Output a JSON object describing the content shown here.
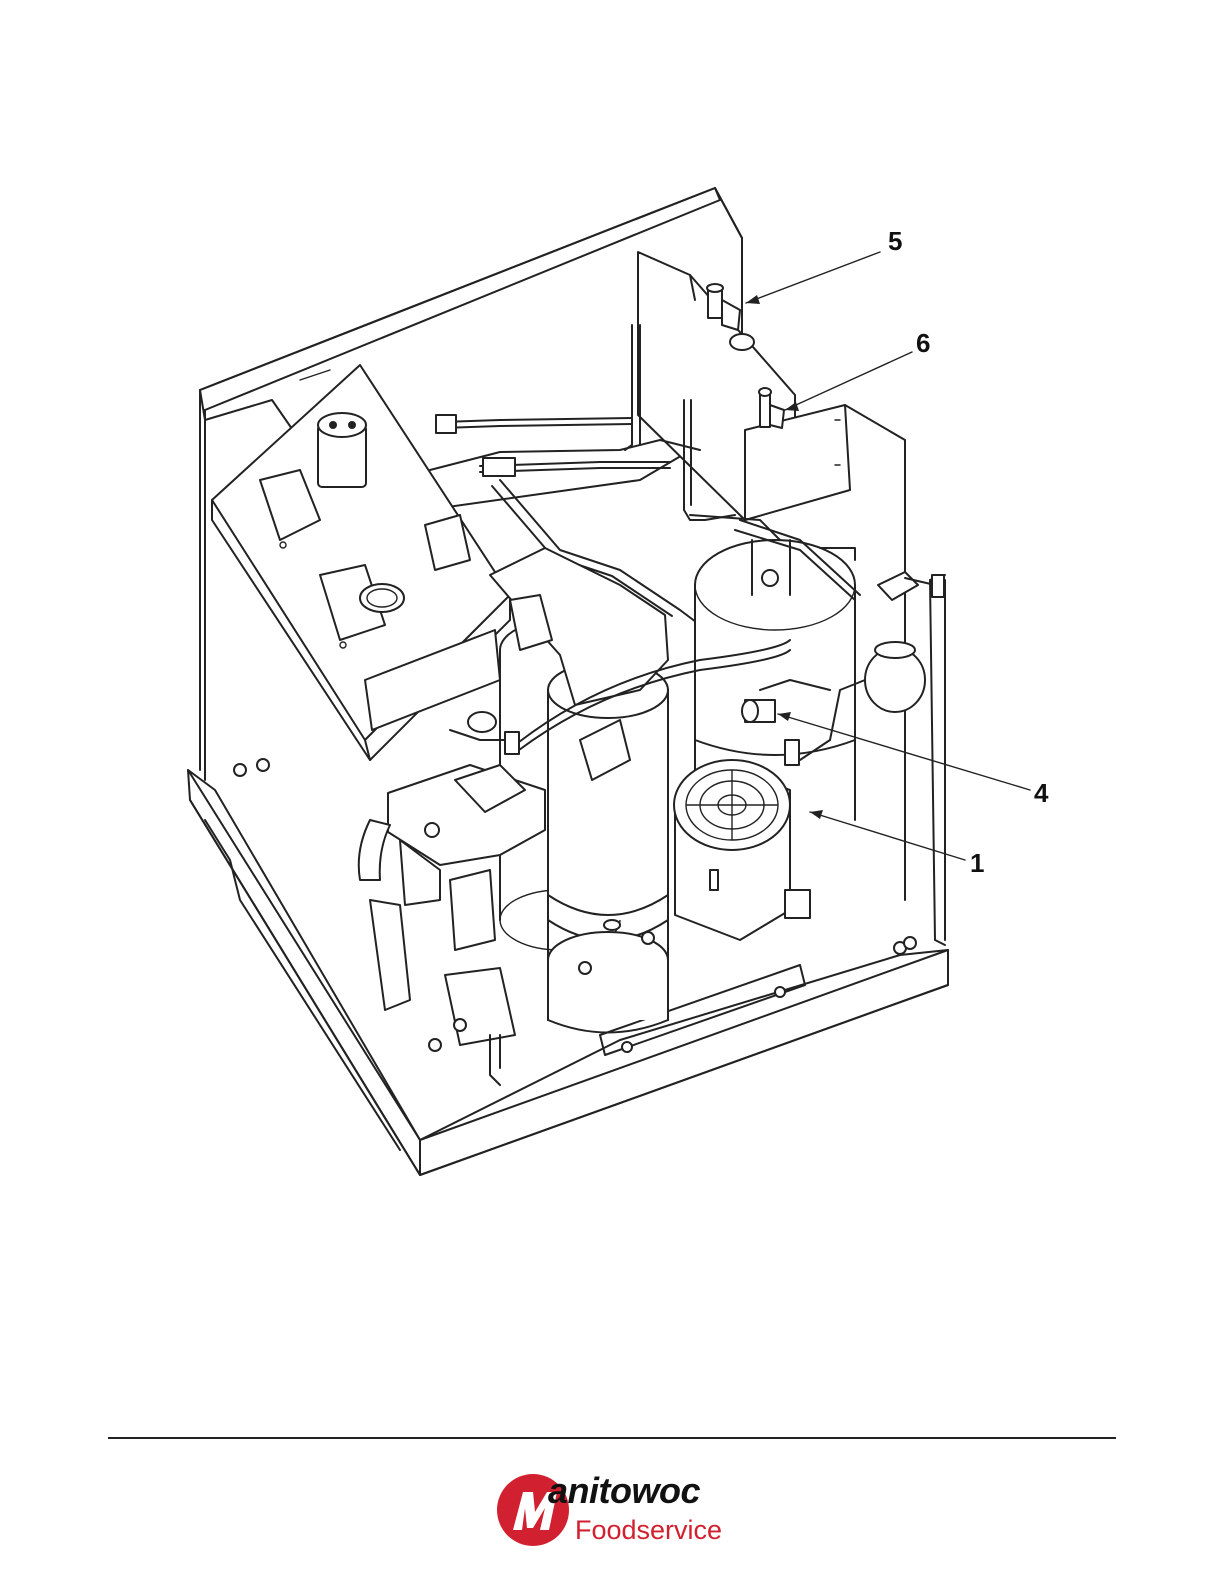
{
  "callouts": {
    "c5": "5",
    "c6": "6",
    "c4": "4",
    "c1": "1"
  },
  "footer": {
    "brand_name": "anitowoc",
    "brand_sub": "Foodservice",
    "brand_color": "#d1202f",
    "logo_icon": "manitowoc-m-logo-icon"
  }
}
